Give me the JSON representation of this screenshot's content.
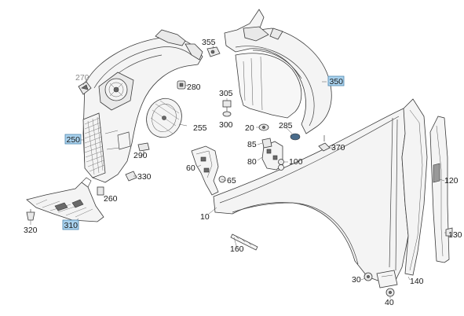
{
  "labels": {
    "l10": "10",
    "l20": "20",
    "l30": "30",
    "l40": "40",
    "l60": "60",
    "l65": "65",
    "l80": "80",
    "l85": "85",
    "l100": "100",
    "l120": "120",
    "l130": "130",
    "l140": "140",
    "l160": "160",
    "l250": "250",
    "l255": "255",
    "l260": "260",
    "l270": "270",
    "l280": "280",
    "l285": "285",
    "l290": "290",
    "l300": "300",
    "l305": "305",
    "l310": "310",
    "l320": "320",
    "l330": "330",
    "l350": "350",
    "l355": "355",
    "l370": "370"
  },
  "highlight_color": "#a9d2ee"
}
